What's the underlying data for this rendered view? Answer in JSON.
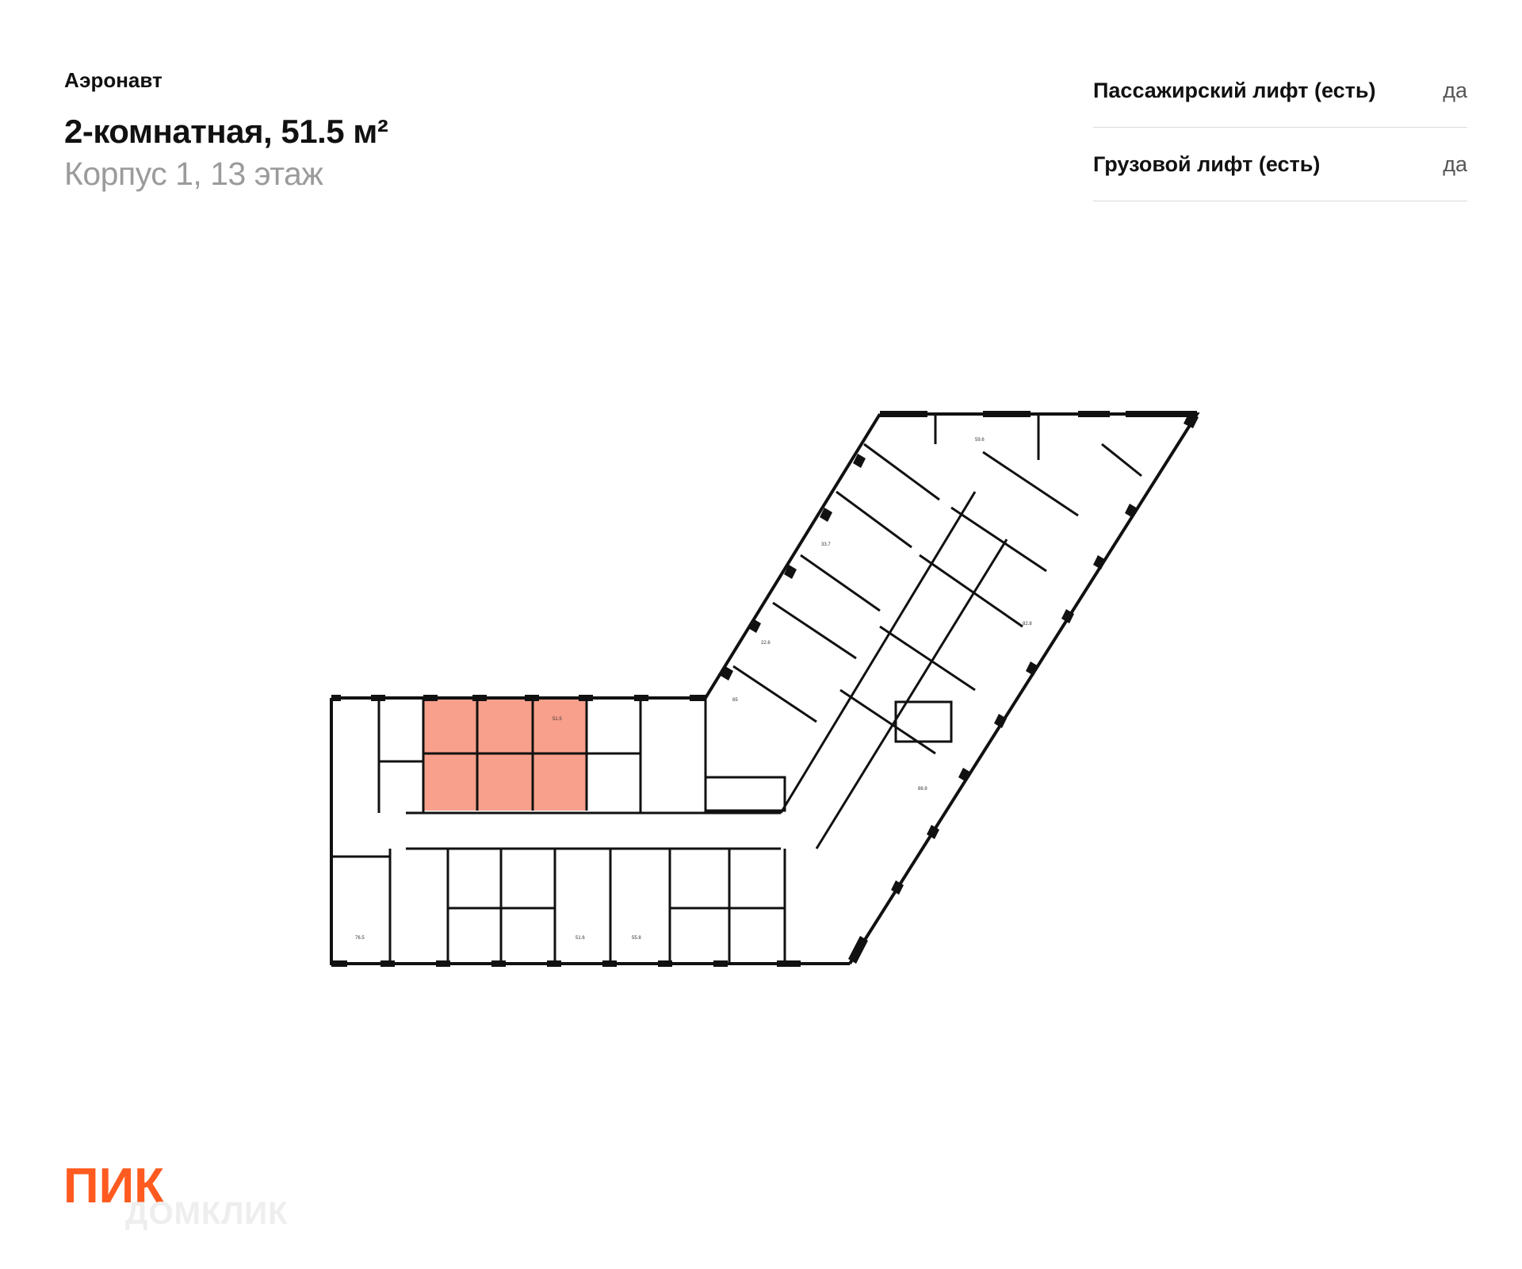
{
  "header": {
    "project": "Аэронавт",
    "title": "2-комнатная, 51.5 м²",
    "subtitle": "Корпус 1, 13 этаж"
  },
  "features": [
    {
      "name": "Пассажирский лифт (есть)",
      "value": "да"
    },
    {
      "name": "Грузовой лифт (есть)",
      "value": "да"
    }
  ],
  "plan": {
    "highlight_color": "#f8a08c",
    "apartment_areas": [
      "59.6",
      "33.7",
      "22.6",
      "82.8",
      "65",
      "51.5",
      "88.8",
      "76.5",
      "51.6",
      "55.8"
    ]
  },
  "branding": {
    "logo_text": "ПИК",
    "logo_color": "#ff5a1f",
    "watermark": "ДОМКЛИК"
  }
}
